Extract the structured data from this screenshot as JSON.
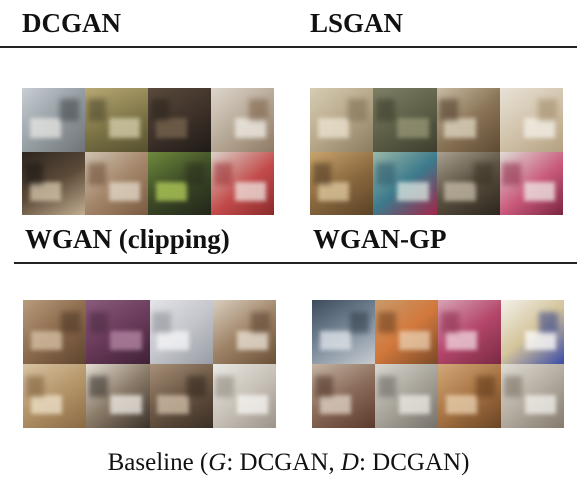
{
  "panels": [
    {
      "title": "DCGAN",
      "tiles": [
        {
          "bg": "linear-gradient(135deg,#c9cfd4 0%,#9aa3a8 45%,#6f7377 100%)",
          "accent": "#e8e8e4",
          "band": "#3e4246"
        },
        {
          "bg": "linear-gradient(160deg,#b8a874 0%,#7d7446 55%,#55502e 100%)",
          "accent": "#d9d2b0",
          "band": "#4a452c"
        },
        {
          "bg": "linear-gradient(150deg,#5a4a3c 0%,#3c3028 55%,#1f1a16 100%)",
          "accent": "#7a6650",
          "band": "#2a231c"
        },
        {
          "bg": "linear-gradient(140deg,#ddd6cc 0%,#b8aa98 50%,#8f7a64 100%)",
          "accent": "#f2efe9",
          "band": "#7a5e44"
        },
        {
          "bg": "linear-gradient(150deg,#2c2620 0%,#5c4a38 50%,#c2ae90 100%)",
          "accent": "#d8c8ae",
          "band": "#1a1612"
        },
        {
          "bg": "linear-gradient(140deg,#cfc2b0 0%,#a4866a 50%,#7a5a40 100%)",
          "accent": "#e6dccd",
          "band": "#6a4a30"
        },
        {
          "bg": "linear-gradient(150deg,#6f8a3c 0%,#3c4a26 50%,#22261a 100%)",
          "accent": "#b5d15a",
          "band": "#2a2e1c"
        },
        {
          "bg": "linear-gradient(140deg,#dcd2c8 0%,#c24a4a 55%,#8a2a2c 100%)",
          "accent": "#f0e8e2",
          "band": "#9a3034"
        }
      ]
    },
    {
      "title": "LSGAN",
      "tiles": [
        {
          "bg": "linear-gradient(140deg,#d6cdb4 0%,#b8a88a 50%,#8c7c60 100%)",
          "accent": "#eee6d4",
          "band": "#7a6a50"
        },
        {
          "bg": "linear-gradient(150deg,#7e8066 0%,#5e6048 50%,#3e3e2e 100%)",
          "accent": "#9a9878",
          "band": "#3a3a2a"
        },
        {
          "bg": "linear-gradient(140deg,#c8bca4 0%,#8c7658 50%,#5e4a34 100%)",
          "accent": "#e2d8c4",
          "band": "#4a3624"
        },
        {
          "bg": "linear-gradient(145deg,#e8e2d6 0%,#d2c4ac 50%,#b4a080 100%)",
          "accent": "#f6f2ea",
          "band": "#a08a68"
        },
        {
          "bg": "linear-gradient(150deg,#c8a46c 0%,#8c6a40 50%,#5a4226 100%)",
          "accent": "#e2cca2",
          "band": "#4a3420"
        },
        {
          "bg": "linear-gradient(140deg,#9ab8a8 0%,#3c7a8c 50%,#a2264a 100%)",
          "accent": "#dfeae4",
          "band": "#2c5a6a"
        },
        {
          "bg": "linear-gradient(150deg,#a8a090 0%,#5a5040 50%,#2c261c 100%)",
          "accent": "#c8beaa",
          "band": "#3a3226"
        },
        {
          "bg": "linear-gradient(140deg,#e0dad4 0%,#c8587a 55%,#7a2440 100%)",
          "accent": "#f2ecea",
          "band": "#8a2a48"
        }
      ]
    },
    {
      "title": "WGAN (clipping)",
      "tiles": [
        {
          "bg": "linear-gradient(140deg,#b89c7c 0%,#8c6a4c 50%,#5e4430 100%)",
          "accent": "#d8c4a8",
          "band": "#4a3424"
        },
        {
          "bg": "linear-gradient(150deg,#8a5a7c 0%,#6a3a5a 50%,#3e2236 100%)",
          "accent": "#b88aa8",
          "band": "#4a2a40"
        },
        {
          "bg": "linear-gradient(140deg,#e4e4e8 0%,#c4c6cc 50%,#9a9ca4 100%)",
          "accent": "#f8f8fa",
          "band": "#8a8c94"
        },
        {
          "bg": "linear-gradient(145deg,#d8cebe 0%,#a08468 50%,#6a5038 100%)",
          "accent": "#eee6da",
          "band": "#5a4230"
        },
        {
          "bg": "linear-gradient(150deg,#d8c4a2 0%,#b49468 50%,#8a6a44 100%)",
          "accent": "#f0e4cc",
          "band": "#7a5a38"
        },
        {
          "bg": "linear-gradient(140deg,#e2dcd2 0%,#8a7a68 50%,#3a322a 100%)",
          "accent": "#f4f0ea",
          "band": "#2e2822"
        },
        {
          "bg": "linear-gradient(150deg,#a89078 0%,#6a5644 50%,#3a2e24 100%)",
          "accent": "#d4c2ac",
          "band": "#2e241c"
        },
        {
          "bg": "linear-gradient(140deg,#eae8e4 0%,#c8c2b8 50%,#9c948a 100%)",
          "accent": "#faf8f6",
          "band": "#8a8278"
        }
      ]
    },
    {
      "title": "WGAN-GP",
      "tiles": [
        {
          "bg": "linear-gradient(150deg,#3c4a5a 0%,#7a8a9a 50%,#c8ccd0 100%)",
          "accent": "#e4e8ec",
          "band": "#2a3440"
        },
        {
          "bg": "linear-gradient(140deg,#c89a6a 0%,#d2783c 50%,#7a4a28 100%)",
          "accent": "#ecd2b4",
          "band": "#6a3a1c"
        },
        {
          "bg": "linear-gradient(145deg,#d8a2b4 0%,#b4466a 50%,#7a2a44 100%)",
          "accent": "#f2d8e2",
          "band": "#8a2a4a"
        },
        {
          "bg": "linear-gradient(140deg,#f2f0ea 0%,#d4c49a 50%,#3a4aa8 100%)",
          "accent": "#ffffff",
          "band": "#2a3a8a"
        },
        {
          "bg": "linear-gradient(150deg,#c4b4a4 0%,#8a6a58 50%,#5a3a2c 100%)",
          "accent": "#e2d6ca",
          "band": "#4a2e22"
        },
        {
          "bg": "linear-gradient(140deg,#d8d6d0 0%,#a8a49a 50%,#76726a 100%)",
          "accent": "#f0eee8",
          "band": "#66625a"
        },
        {
          "bg": "linear-gradient(145deg,#d2a878 0%,#a87444 50%,#6a4424 100%)",
          "accent": "#ecd4b4",
          "band": "#5a3618"
        },
        {
          "bg": "linear-gradient(140deg,#e0dcd4 0%,#b4aca0 50%,#847a6e 100%)",
          "accent": "#f4f2ee",
          "band": "#74695c"
        }
      ]
    }
  ],
  "caption": {
    "prefix": "Baseline (",
    "g_symbol": "G",
    "g_value": ": DCGAN, ",
    "d_symbol": "D",
    "d_value": ": DCGAN)"
  }
}
